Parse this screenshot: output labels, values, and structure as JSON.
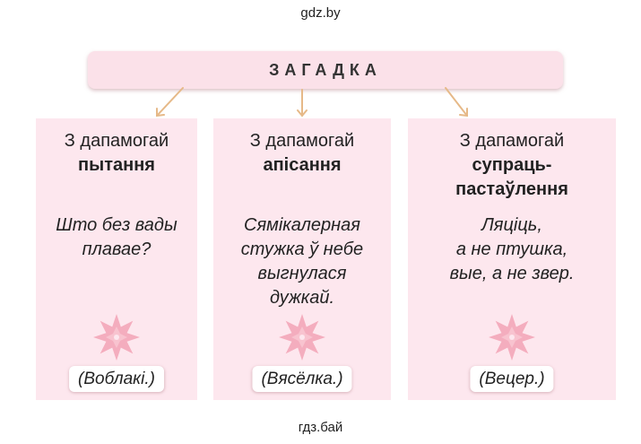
{
  "watermark_top": "gdz.by",
  "watermark_bottom": "гдз.бай",
  "title": "ЗАГАДКА",
  "colors": {
    "box": "#fbe1e9",
    "card": "#fde7ee",
    "arrow": "#e6b988",
    "ornament": "#f4a7b9"
  },
  "cards": [
    {
      "head_normal": "З дапамогай",
      "head_bold": [
        "пытання"
      ],
      "riddle": [
        "Што без вады",
        "плавае?"
      ],
      "ornament_icon": "star-ornament-icon",
      "answer": "(Воблакі.)"
    },
    {
      "head_normal": "З дапамогай",
      "head_bold": [
        "апісання"
      ],
      "riddle": [
        "Сямікалерная",
        "стужка ў небе",
        "выгнулася",
        "дужкай."
      ],
      "ornament_icon": "star-ornament-icon",
      "answer": "(Вясёлка.)"
    },
    {
      "head_normal": "З дапамогай",
      "head_bold": [
        "супраць-",
        "пастаўлення"
      ],
      "riddle": [
        "Ляціць,",
        "а не птушка,",
        "вые, а не звер."
      ],
      "ornament_icon": "star-ornament-icon",
      "answer": "(Вецер.)"
    }
  ]
}
